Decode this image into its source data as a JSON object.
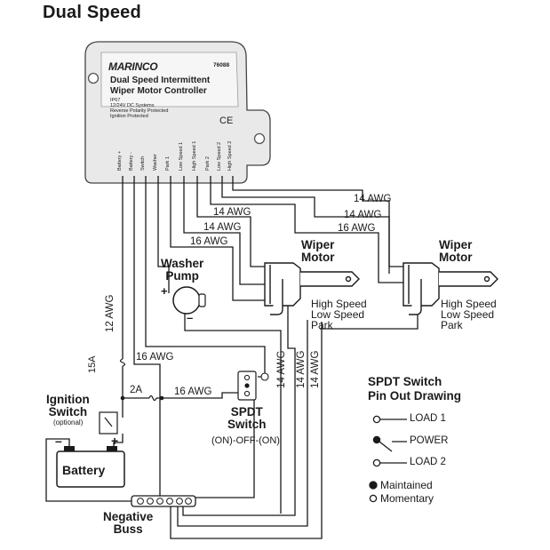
{
  "title": "Dual Speed",
  "controller": {
    "brand": "MARINCO",
    "model": "76088",
    "name_line1": "Dual Speed Intermittent",
    "name_line2": "Wiper Motor Controller",
    "spec_line1": "IP67",
    "spec_line2": "12/24V DC Systems",
    "spec_line3": "Reverse Polarity Protected",
    "spec_line4": "Ignition Protected",
    "cert": "CE",
    "terminals": [
      "Battery +",
      "Battery -",
      "Switch",
      "Washer",
      "Park 1",
      "Low Speed 1",
      "High Speed 1",
      "Park 2",
      "Low Speed 2",
      "High Speed 2"
    ]
  },
  "wire_labels": {
    "awg14_a": "14 AWG",
    "awg14_b": "14 AWG",
    "awg16_c": "16 AWG",
    "awg14_d": "14 AWG",
    "awg14_e": "14 AWG",
    "awg16_f": "16 AWG",
    "awg12_batt": "12 AWG",
    "awg16_neg": "16 AWG",
    "awg16_sw": "16 AWG",
    "awg14_v1": "14 AWG",
    "awg14_v2": "14 AWG",
    "awg14_v3": "14 AWG"
  },
  "components": {
    "wiper1_label": "Wiper\nMotor",
    "wiper2_label": "Wiper\nMotor",
    "wiper1_pins": [
      "High Speed",
      "Low Speed",
      "Park"
    ],
    "wiper2_pins": [
      "High Speed",
      "Low Speed",
      "Park"
    ],
    "washer_label": "Washer\nPump",
    "washer_plus": "+",
    "washer_minus": "–",
    "fuse_15a": "15A",
    "fuse_2a": "2A",
    "ignition_label": "Ignition\nSwitch",
    "ignition_optional": "(optional)",
    "battery_label": "Battery",
    "battery_minus": "–",
    "battery_plus": "+",
    "spdt_label": "SPDT\nSwitch",
    "spdt_mode": "(ON)-OFF-(ON)",
    "buss_label": "Negative\nBuss"
  },
  "legend": {
    "title_line1": "SPDT Switch",
    "title_line2": "Pin Out Drawing",
    "load1": "LOAD 1",
    "power": "POWER",
    "load2": "LOAD 2",
    "maintained": "Maintained",
    "momentary": "Momentary"
  }
}
